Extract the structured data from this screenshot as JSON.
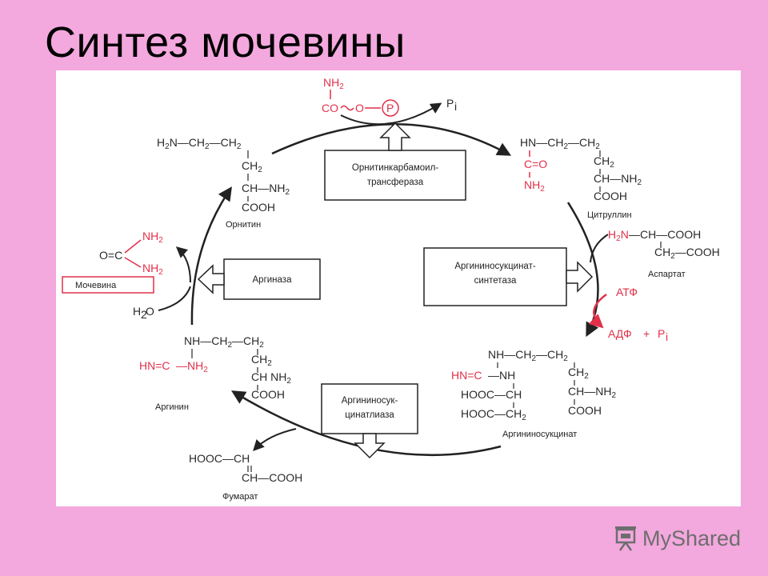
{
  "title": "Синтез мочевины",
  "watermark": "MyShared",
  "colors": {
    "background": "#f3a8de",
    "panel": "#ffffff",
    "highlight": "#e2304a",
    "ink": "#2a2a2a"
  },
  "enzymes": {
    "otc_1": "Орнитинкарбамоил-",
    "otc_2": "трансфераза",
    "ass_1": "Аргининосукцинат-",
    "ass_2": "синтетаза",
    "arginase": "Аргиназа",
    "asl_1": "Аргининосук-",
    "asl_2": "цинатлиаза"
  },
  "compounds": {
    "ornithine": "Орнитин",
    "citrulline": "Цитруллин",
    "aspartate": "Аспартат",
    "argininosuccinate": "Аргининосукцинат",
    "arginine": "Аргинин",
    "fumarate": "Фумарат",
    "urea": "Мочевина"
  },
  "cofactors": {
    "atp": "АТФ",
    "adp": "АДФ",
    "plus": "+",
    "p": "P",
    "pi_sub": "i",
    "water_h": "H",
    "water_sub": "2",
    "water_o": "O"
  }
}
